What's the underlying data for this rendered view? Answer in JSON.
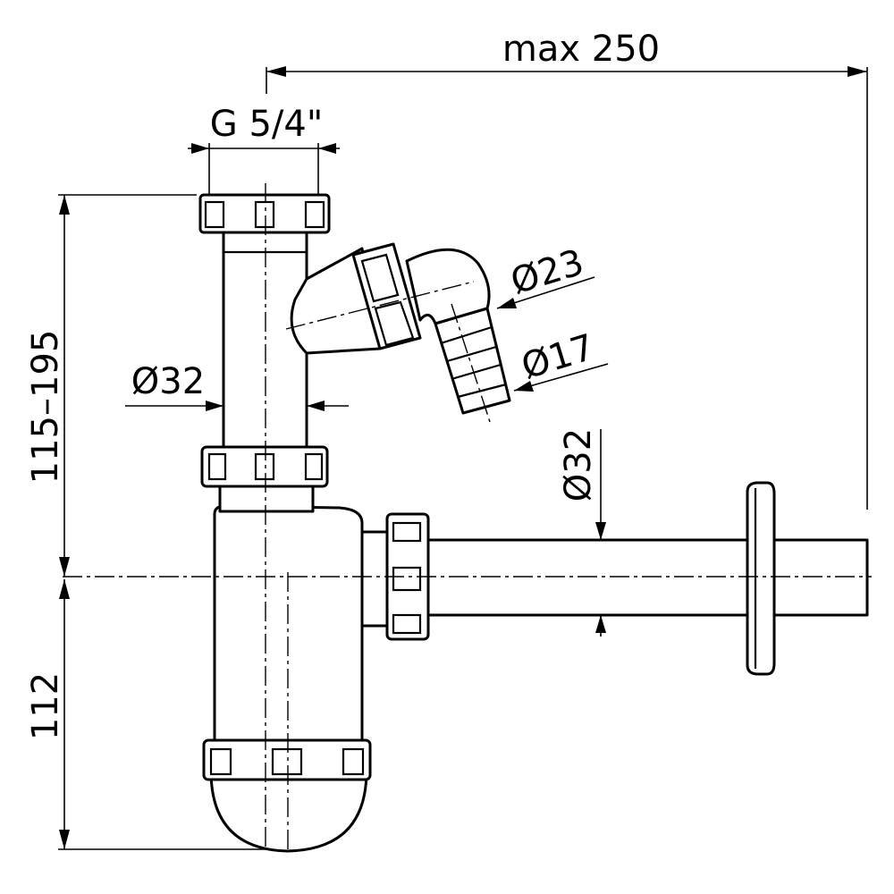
{
  "diagram": {
    "dimensions": {
      "max_width": "max 250",
      "thread": "G 5/4\"",
      "height_adjust": "115–195",
      "bottom_height": "112",
      "inlet_diameter": "Ø32",
      "hose_outer": "Ø23",
      "hose_inner": "Ø17",
      "outlet_diameter": "Ø32"
    },
    "colors": {
      "line": "#000000",
      "background": "#ffffff"
    }
  }
}
